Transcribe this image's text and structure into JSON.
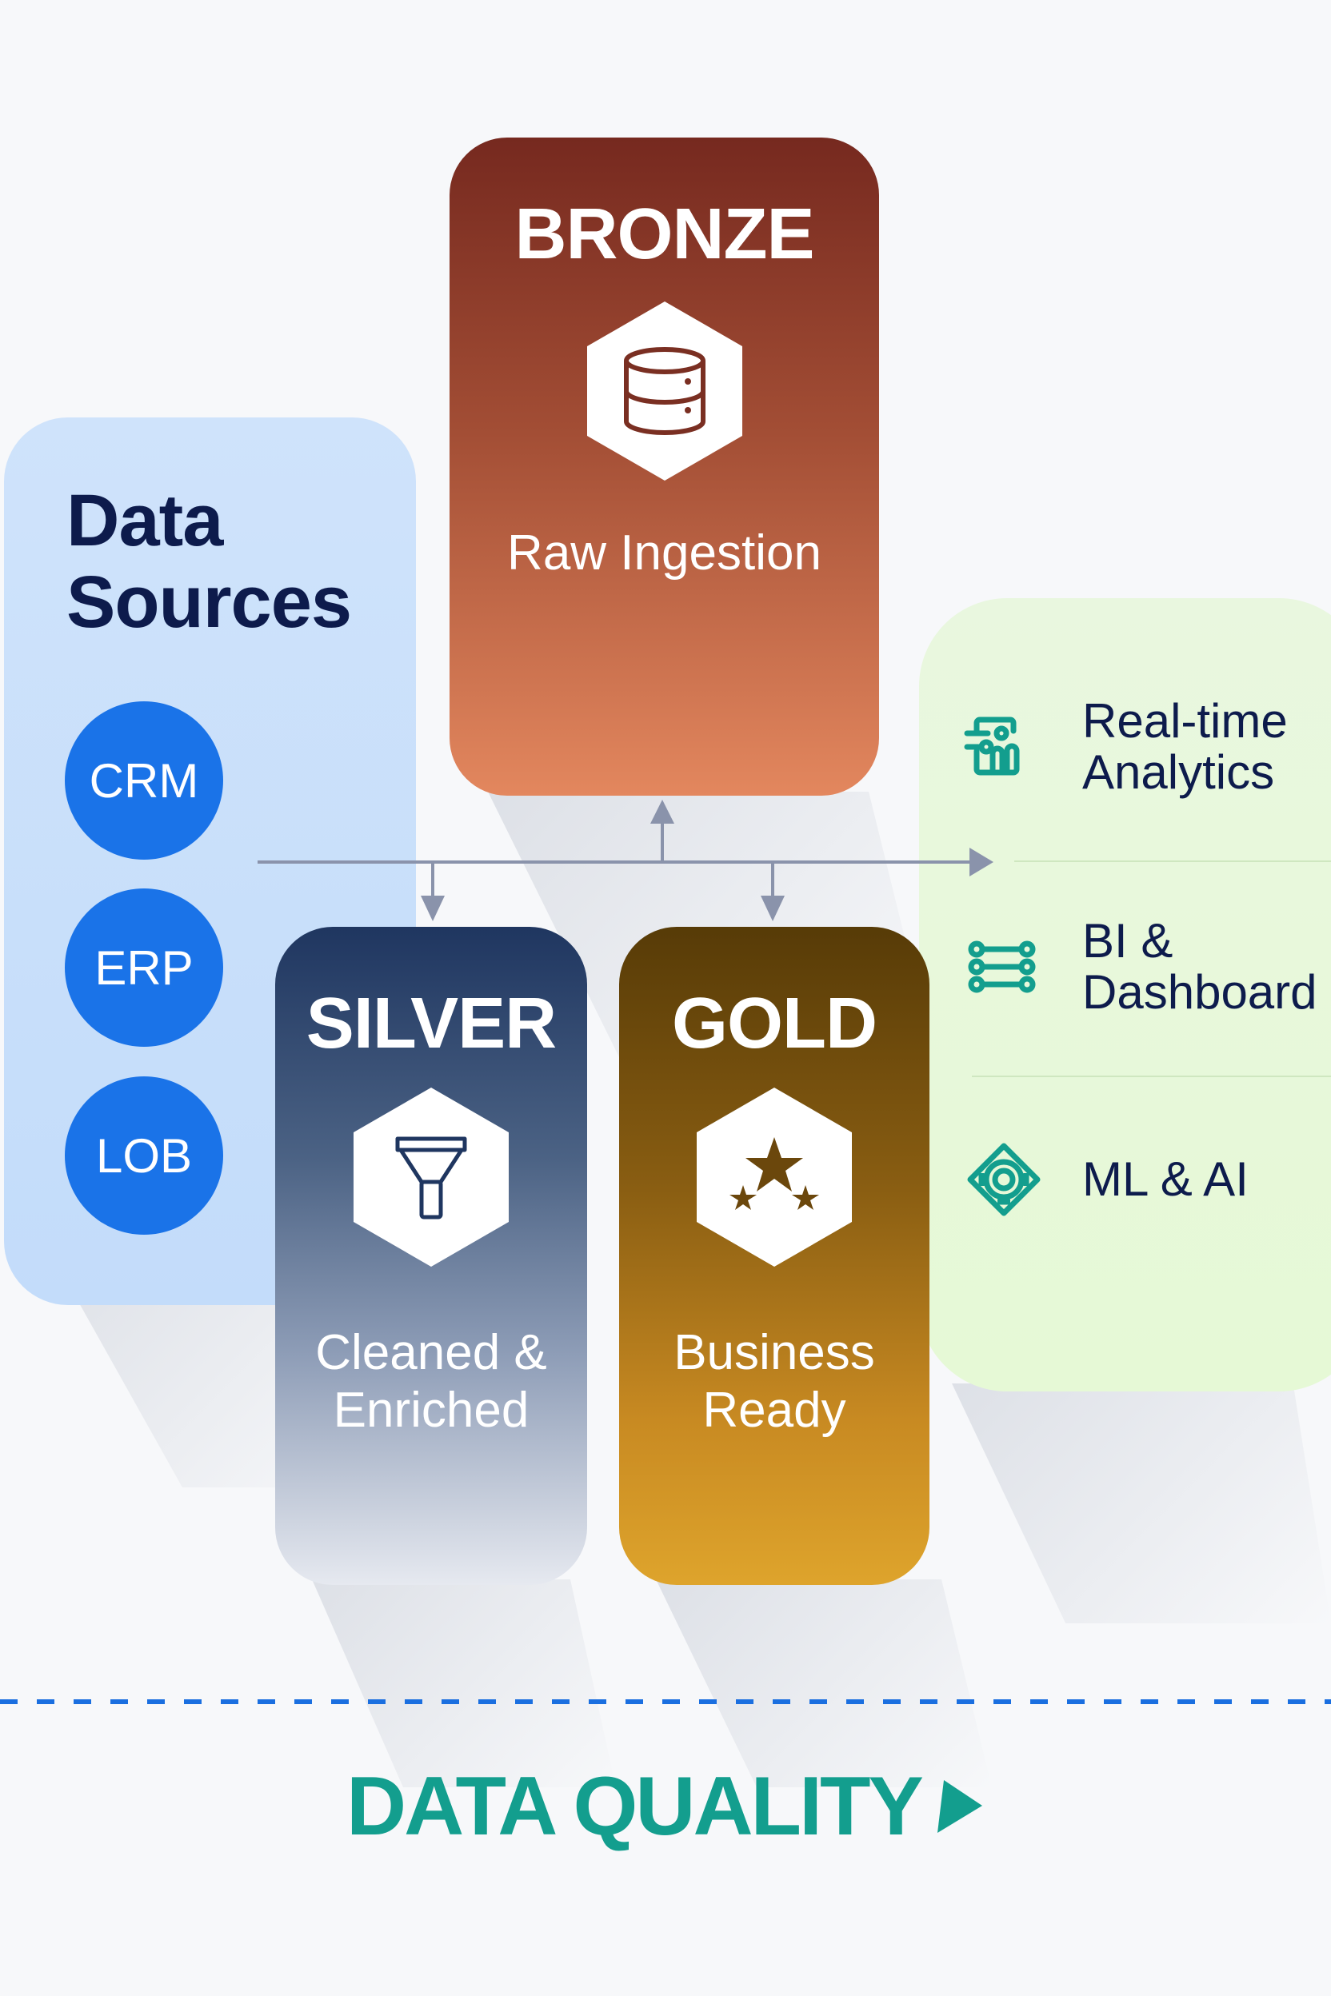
{
  "colors": {
    "source_panel": "#c7defa",
    "source_circle": "#1a73e8",
    "title_dark": "#0d1b4c",
    "bronze_top": "#76291f",
    "bronze_bottom": "#e3875e",
    "silver_top": "#1f3660",
    "silver_bottom": "#e6e9f0",
    "gold_top": "#573b07",
    "gold_bottom": "#dea42c",
    "consumer_panel": "#e8f8dc",
    "teal": "#139e8e",
    "arrow": "#8a93ab",
    "dashed_line": "#1a6fe0"
  },
  "sources": {
    "title_line1": "Data",
    "title_line2": "Sources",
    "items": [
      "CRM",
      "ERP",
      "LOB"
    ]
  },
  "layers": {
    "bronze": {
      "title": "BRONZE",
      "subtitle": "Raw Ingestion",
      "icon": "database-icon"
    },
    "silver": {
      "title": "SILVER",
      "subtitle_line1": "Cleaned &",
      "subtitle_line2": "Enriched",
      "icon": "filter-icon"
    },
    "gold": {
      "title": "GOLD",
      "subtitle_line1": "Business",
      "subtitle_line2": "Ready",
      "icon": "stars-icon"
    }
  },
  "consumers": {
    "items": [
      {
        "line1": "Real-time",
        "line2": "Analytics",
        "icon": "analytics-icon"
      },
      {
        "line1": "BI &",
        "line2": "Dashboard",
        "icon": "dashboard-icon"
      },
      {
        "line1": "ML & AI",
        "line2": "",
        "icon": "ml-ai-icon"
      }
    ]
  },
  "footer": {
    "label": "DATA QUALITY",
    "icon": "play-triangle-icon"
  }
}
